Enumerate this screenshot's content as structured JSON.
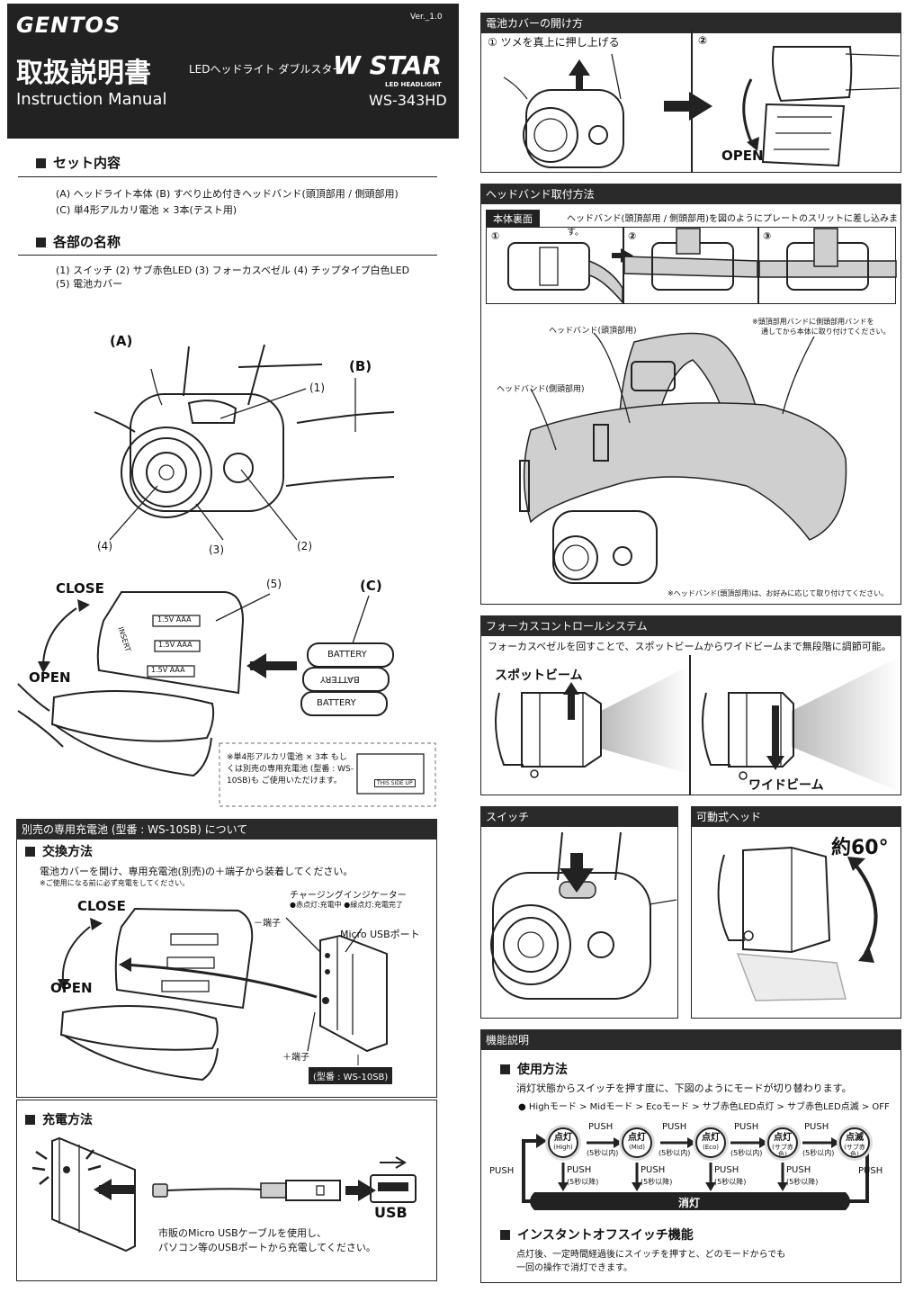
{
  "header": {
    "brand": "GENTOS",
    "version": "Ver._1.0",
    "title_jp": "取扱説明書",
    "title_en": "Instruction Manual",
    "product_jp": "LEDヘッドライト ダブルスター",
    "logo_text": "W STAR",
    "logo_sub": "LED HEADLIGHT",
    "model": "WS-343HD"
  },
  "set_contents": {
    "title": "セット内容",
    "line1": "(A) ヘッドライト本体 (B) すべり止め付きヘッドバンド(頭頂部用 / 側頭部用)",
    "line2": "(C) 単4形アルカリ電池 × 3本(テスト用)"
  },
  "parts": {
    "title": "各部の名称",
    "line1": "(1) スイッチ (2) サブ赤色LED (3) フォーカスベゼル (4) チップタイプ白色LED",
    "line2": "(5) 電池カバー",
    "labels": {
      "a": "(A)",
      "b": "(B)",
      "n1": "(1)",
      "n2": "(2)",
      "n3": "(3)",
      "n4": "(4)",
      "n5": "(5)",
      "c": "(C)"
    }
  },
  "battery_fig": {
    "close": "CLOSE",
    "open": "OPEN",
    "insert": "INSERT",
    "cell": "1.5V AAA",
    "battery": "BATTERY",
    "note": "※単4形アルカリ電池 × 3本 もしくは別売の専用充電池 (型番 : WS-10SB)も ご使用いただけます。",
    "this_side_up": "THIS SIDE UP"
  },
  "rechargeable": {
    "bar": "別売の専用充電池 (型番 : WS-10SB) について",
    "exchange_title": "交換方法",
    "exchange_text": "電池カバーを開け、専用充電池(別売)の＋端子から装着してください。",
    "exchange_note": "※ご使用になる前に必ず充電をしてください。",
    "indicator": "チャージングインジケーター",
    "indicator_sub": "●赤点灯:充電中 ●緑点灯:充電完了",
    "minus": "－端子",
    "usb_port": "Micro USBポート",
    "plus": "＋端子",
    "model_tag": "(型番 : WS-10SB)",
    "close": "CLOSE",
    "open": "OPEN"
  },
  "charging": {
    "title": "充電方法",
    "usb": "USB",
    "text1": "市販のMicro USBケーブルを使用し、",
    "text2": "パソコン等のUSBポートから充電してください。"
  },
  "cover": {
    "bar": "電池カバーの開け方",
    "step1": "① ツメを真上に押し上げる",
    "step2": "②",
    "open": "OPEN"
  },
  "headband": {
    "bar": "ヘッドバンド取付方法",
    "back_label": "本体裏面",
    "instruction": "ヘッドバンド(頭頂部用 / 側頭部用)を図のようにプレートのスリットに差し込みます。",
    "steps": [
      "①",
      "②",
      "③"
    ],
    "top_band": "ヘッドバンド(頭頂部用)",
    "side_band": "ヘッドバンド(側頭部用)",
    "note1": "※頭頂部用バンドに側頭部用バンドを",
    "note2": "通してから本体に取り付けてください。",
    "note3": "※ヘッドバンド(頭頂部用)は、お好みに応じて取り付けてください。"
  },
  "focus": {
    "bar": "フォーカスコントロールシステム",
    "text": "フォーカスベゼルを回すことで、スポットビームからワイドビームまで無段階に調節可能。",
    "spot": "スポットビーム",
    "wide": "ワイドビーム"
  },
  "switch_panel": {
    "bar": "スイッチ"
  },
  "tilt": {
    "bar": "可動式ヘッド",
    "angle": "約60°"
  },
  "functions": {
    "bar": "機能説明",
    "usage_title": "使用方法",
    "usage_text": "消灯状態からスイッチを押す度に、下図のようにモードが切り替わります。",
    "sequence": "● Highモード > Midモード > Ecoモード > サブ赤色LED点灯 > サブ赤色LED点滅 > OFF",
    "modes": [
      {
        "main": "点灯",
        "sub": "(High)"
      },
      {
        "main": "点灯",
        "sub": "(Mid)"
      },
      {
        "main": "点灯",
        "sub": "(Eco)"
      },
      {
        "main": "点灯",
        "sub": "(サブ赤色)"
      },
      {
        "main": "点滅",
        "sub": "(サブ赤色)"
      }
    ],
    "push": "PUSH",
    "within": "(5秒以内)",
    "after": "(5秒以降)",
    "off": "消灯",
    "instant_title": "インスタントオフスイッチ機能",
    "instant_text1": "点灯後、一定時間経過後にスイッチを押すと、どのモードからでも",
    "instant_text2": "一回の操作で消灯できます。"
  }
}
